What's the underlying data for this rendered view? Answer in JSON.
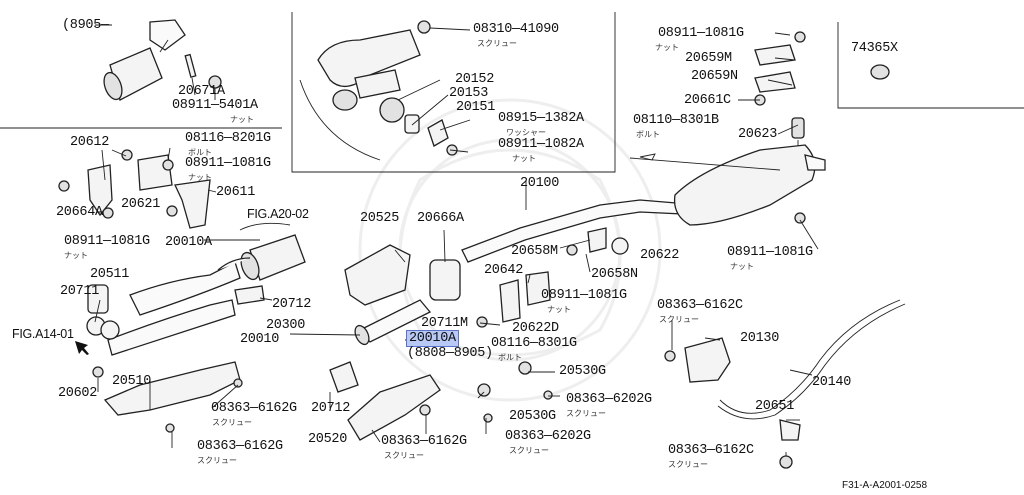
{
  "header": {
    "date_range_top_left": "(8905—"
  },
  "labels": {
    "p20671A": "20671A",
    "p08911_5401A": "08911—5401A",
    "p08310_41090": "08310—41090",
    "p20152": "20152",
    "p20153": "20153",
    "p20151": "20151",
    "p08915_1382A": "08915—1382A",
    "p08911_1082A": "08911—1082A",
    "p08911_1081G_top": "08911—1081G",
    "p20659M": "20659M",
    "p20659N": "20659N",
    "p20661C": "20661C",
    "p08110_8301B": "08110—8301B",
    "p20623": "20623",
    "p74365X": "74365X",
    "p20612": "20612",
    "p08116_8201G": "08116—8201G",
    "p08911_1081G_left": "08911—1081G",
    "p20611": "20611",
    "p20664A": "20664A",
    "p20621": "20621",
    "p08911_1081G_low": "08911—1081G",
    "p20010A_left": "20010A",
    "fig_a20_02": "FIG.A20-02",
    "p20100": "20100",
    "p20525": "20525",
    "p20666A": "20666A",
    "p20658M": "20658M",
    "p20622": "20622",
    "p20642": "20642",
    "p20658N": "20658N",
    "p08911_1081G_right": "08911—1081G",
    "p08911_1081G_mid": "08911—1081G",
    "p20511": "20511",
    "p20711": "20711",
    "p20712_a": "20712",
    "p20300": "20300",
    "p20711M": "20711M",
    "p20622D": "20622D",
    "p20010A_sel": "20010A",
    "p08116_8301G": "08116—8301G",
    "date_range_mid": "(8808—8905)",
    "fig_a14_01": "FIG.A14-01",
    "p20010": "20010",
    "p20602": "20602",
    "p20510": "20510",
    "p08363_6162G_a": "08363—6162G",
    "p08363_6162G_b": "08363—6162G",
    "p20712_b": "20712",
    "p20530G_a": "20530G",
    "p20530G_b": "20530G",
    "p08363_6202G_a": "08363—6202G",
    "p08363_6202G_b": "08363—6202G",
    "p20520": "20520",
    "p08363_6162G_c": "08363—6162G",
    "p08363_6162C_a": "08363—6162C",
    "p20130": "20130",
    "p20140": "20140",
    "p20651": "20651",
    "p08363_6162C_b": "08363—6162C"
  },
  "sublabels": {
    "nut": "ナット",
    "screw": "スクリュー",
    "bolt": "ボルト",
    "washer": "ワッシャー"
  },
  "footer": {
    "diagram_code": "F31-A-A2001-0258"
  }
}
